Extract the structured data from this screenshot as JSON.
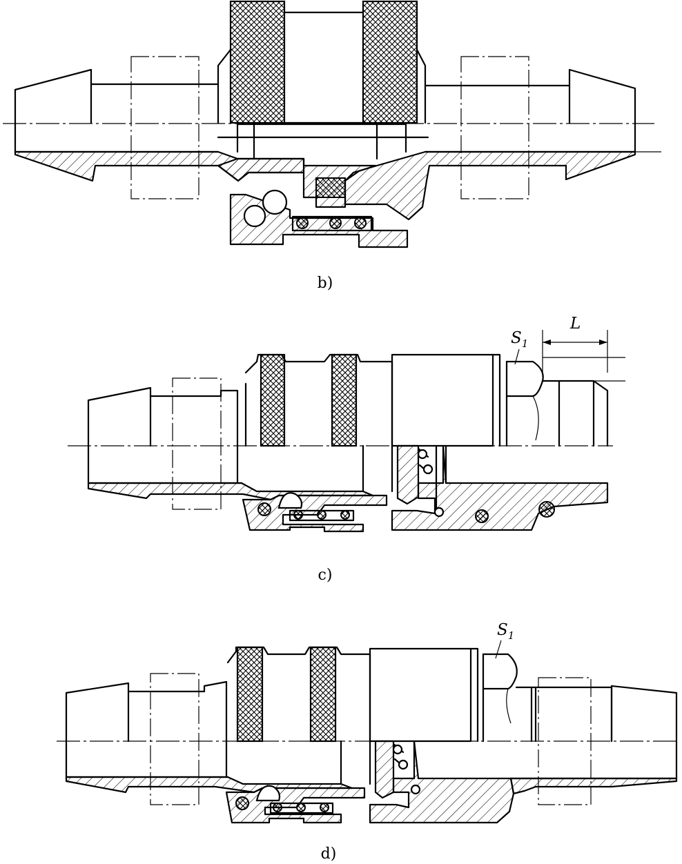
{
  "figures": [
    {
      "caption": "b)"
    },
    {
      "caption": "c)",
      "seal_symbol": "S",
      "seal_subscript": "1",
      "dimension_symbol": "L"
    },
    {
      "caption": "d)",
      "seal_symbol": "S",
      "seal_subscript": "1"
    }
  ]
}
